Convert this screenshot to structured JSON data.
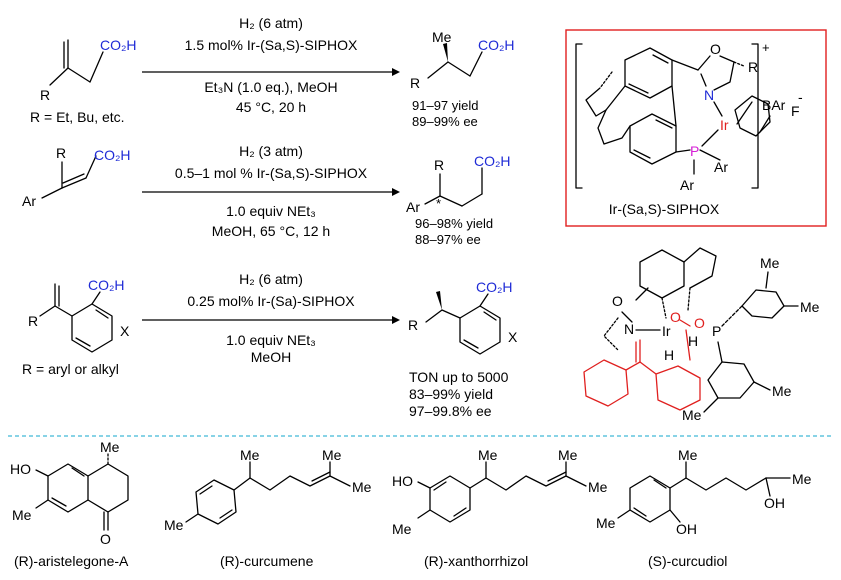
{
  "reactions": [
    {
      "above": [
        "H₂ (6 atm)",
        "1.5 mol% Ir-(Sa,S)-SIPHOX"
      ],
      "below": [
        "Et₃N (1.0 eq.), MeOH",
        "45 °C, 20 h"
      ],
      "substrate_note": "R = Et, Bu, etc.",
      "product_label": "Me",
      "results": [
        "91–97 yield",
        "89–99% ee"
      ]
    },
    {
      "above": [
        "H₂ (3 atm)",
        "0.5–1 mol % Ir-(Sa,S)-SIPHOX"
      ],
      "below": [
        "1.0 equiv NEt₃",
        "MeOH, 65 °C, 12 h"
      ],
      "product_label": "R",
      "results": [
        "96–98% yield",
        "88–97% ee"
      ]
    },
    {
      "above": [
        "H₂ (6 atm)",
        "0.25 mol% Ir-(Sa)-SIPHOX"
      ],
      "below": [
        "1.0 equiv NEt₃",
        "MeOH"
      ],
      "substrate_note": "R = aryl or alkyl",
      "results": [
        "TON up to 5000",
        "83–99% yield",
        "97–99.8% ee"
      ]
    }
  ],
  "groups": {
    "co2h": "CO₂H",
    "r": "R",
    "ar": "Ar",
    "x": "X",
    "me": "Me",
    "o": "O",
    "n": "N",
    "p": "P",
    "ir": "Ir",
    "h": "H",
    "oh": "OH",
    "ho": "HO",
    "star": "*",
    "plus": "+",
    "barf": "BAr",
    "barf_sub": "F",
    "barf_sup": "-"
  },
  "catalyst_box": {
    "label": "Ir-(Sa,S)-SIPHOX"
  },
  "natural_products": [
    "(R)-aristelegone-A",
    "(R)-curcumene",
    "(R)-xanthorrhizol",
    "(S)-curcudiol"
  ],
  "colors": {
    "blue": "#1f2bd6",
    "red": "#e0201f",
    "magenta": "#d61fd6",
    "divider": "#41b9d6"
  }
}
